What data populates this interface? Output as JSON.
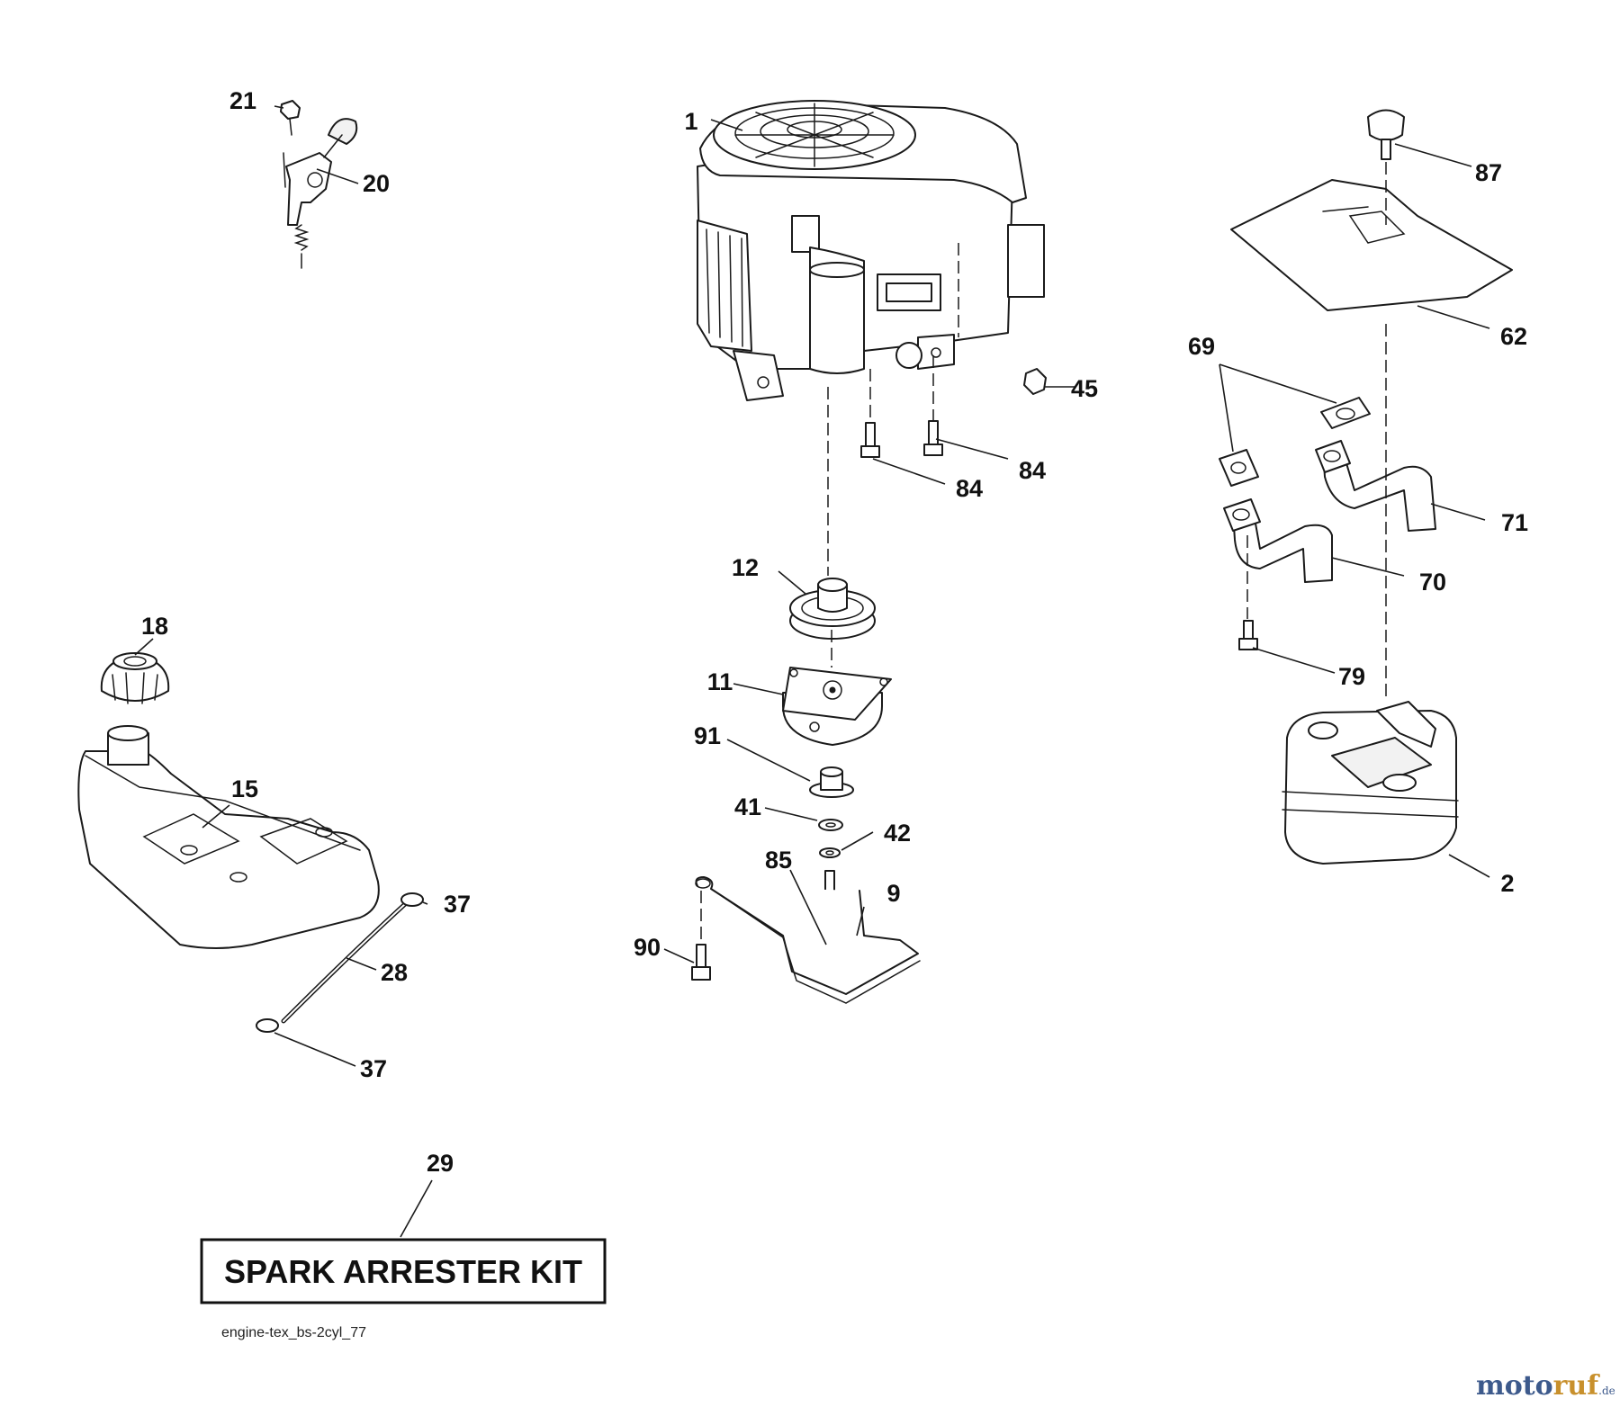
{
  "callouts": {
    "c1": "1",
    "c2": "2",
    "c9": "9",
    "c11": "11",
    "c12": "12",
    "c15": "15",
    "c18": "18",
    "c20": "20",
    "c21": "21",
    "c28": "28",
    "c29": "29",
    "c37a": "37",
    "c37b": "37",
    "c41": "41",
    "c42": "42",
    "c45": "45",
    "c62": "62",
    "c69": "69",
    "c70": "70",
    "c71": "71",
    "c79": "79",
    "c84a": "84",
    "c84b": "84",
    "c85": "85",
    "c87": "87",
    "c90": "90",
    "c91": "91"
  },
  "kit_label": "SPARK ARRESTER KIT",
  "figure_id": "engine-tex_bs-2cyl_77",
  "watermark": {
    "part1": "moto",
    "part2": "ruf",
    "suffix": ".de"
  },
  "colors": {
    "line": "#1a1a1a",
    "background": "#ffffff",
    "watermark_blue": "#3d5a8c",
    "watermark_gold": "#c8902c"
  }
}
